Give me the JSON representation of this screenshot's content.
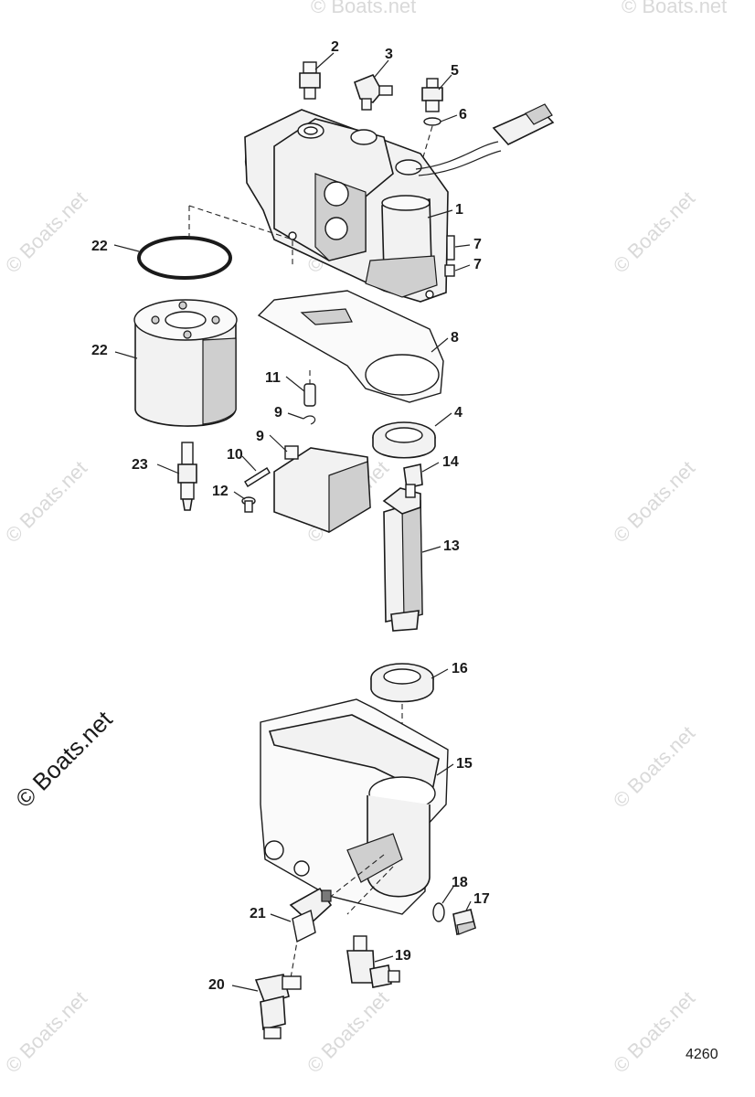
{
  "watermark": {
    "text": "© Boats.net",
    "main_text": "© Boats.net"
  },
  "figure_number": "4260",
  "callouts": {
    "c1": "1",
    "c2": "2",
    "c3": "3",
    "c4": "4",
    "c5": "5",
    "c6": "6",
    "c7a": "7",
    "c7b": "7",
    "c8": "8",
    "c9a": "9",
    "c9b": "9",
    "c10": "10",
    "c11": "11",
    "c12": "12",
    "c13": "13",
    "c14": "14",
    "c15": "15",
    "c16": "16",
    "c17": "17",
    "c18": "18",
    "c19": "19",
    "c20": "20",
    "c21": "21",
    "c22a": "22",
    "c22b": "22",
    "c23": "23"
  }
}
